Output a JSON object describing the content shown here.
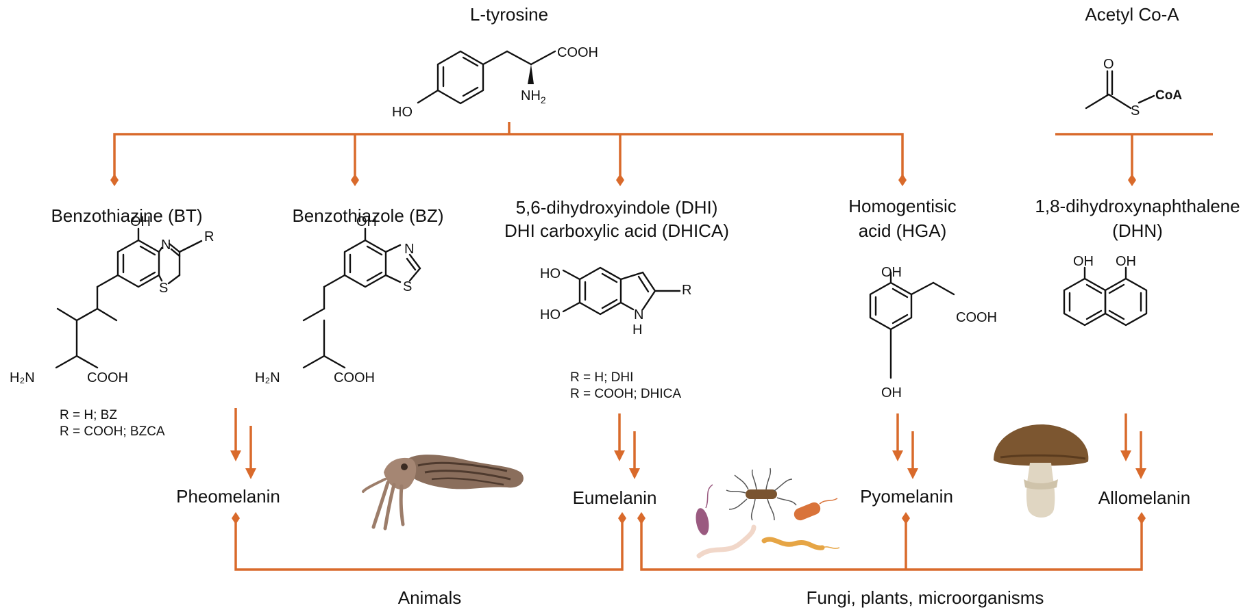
{
  "colors": {
    "pathway": "#d96a2b",
    "bonds": "#111111",
    "background": "#ffffff"
  },
  "precursors": {
    "tyrosine": {
      "name": "L-tyrosine",
      "atoms": {
        "cooh": "COOH",
        "nh2": "NH",
        "nh2_sub": "2",
        "ho": "HO"
      }
    },
    "acetyl": {
      "name": "Acetyl Co-A",
      "atoms": {
        "o": "O",
        "s": "S",
        "coa": "CoA"
      }
    }
  },
  "intermediates": {
    "bt": {
      "name": "Benzothiazine (BT)",
      "atoms": {
        "oh": "OH",
        "n": "N",
        "r": "R",
        "s": "S",
        "h2n": "H₂N",
        "cooh": "COOH"
      },
      "notes": [
        "R = H; BZ",
        "R = COOH; BZCA"
      ]
    },
    "bz": {
      "name": "Benzothiazole (BZ)",
      "atoms": {
        "oh": "OH",
        "n": "N",
        "s": "S",
        "h2n": "H₂N",
        "cooh": "COOH"
      }
    },
    "dhi": {
      "name_line1": "5,6-dihydroxyindole (DHI)",
      "name_line2": "DHI carboxylic acid (DHICA)",
      "atoms": {
        "ho1": "HO",
        "ho2": "HO",
        "r": "R",
        "n": "N",
        "h": "H"
      },
      "notes": [
        "R = H; DHI",
        "R = COOH; DHICA"
      ]
    },
    "hga": {
      "name_line1": "Homogentisic",
      "name_line2": "acid (HGA)",
      "atoms": {
        "oh_top": "OH",
        "cooh": "COOH",
        "oh_bottom": "OH"
      }
    },
    "dhn": {
      "name_line1": "1,8-dihydroxynaphthalene",
      "name_line2": "(DHN)",
      "atoms": {
        "oh1": "OH",
        "oh2": "OH"
      }
    }
  },
  "melanins": {
    "pheomelanin": "Pheomelanin",
    "eumelanin": "Eumelanin",
    "pyomelanin": "Pyomelanin",
    "allomelanin": "Allomelanin"
  },
  "groups": {
    "animals": "Animals",
    "fungi": "Fungi, plants, microorganisms"
  },
  "icons": [
    "cuttlefish-icon",
    "microorganisms-icon",
    "mushroom-icon"
  ]
}
